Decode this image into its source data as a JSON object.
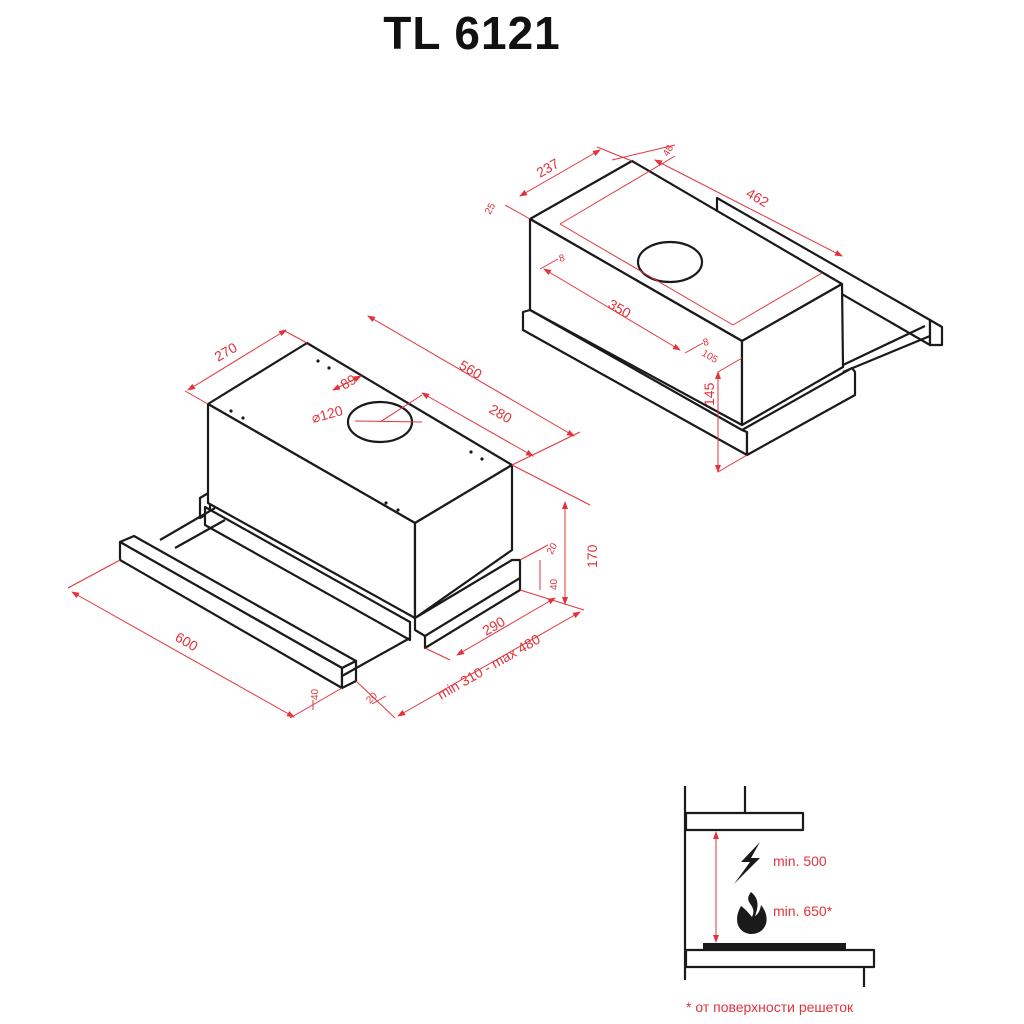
{
  "title": "TL 6121",
  "colors": {
    "dimension": "#e2333c",
    "outline": "#1a1a1a"
  },
  "left_view": {
    "dims": {
      "depth_top": "270",
      "length_top": "560",
      "outlet_offset": "89",
      "outlet_diameter": "⌀120",
      "outlet_to_side": "280",
      "height": "170",
      "rail_top": "20",
      "rail_height": "40",
      "base_depth": "290",
      "extension": "min 310 - max 480",
      "width": "600",
      "handle_height": "40",
      "handle_depth": "20"
    }
  },
  "right_view": {
    "dims": {
      "depth": "237",
      "back_offset": "48",
      "length": "462",
      "front_offset": "25",
      "mount_distance": "350",
      "hole_left": "8",
      "hole_right": "8",
      "mount_depth": "105",
      "height": "145"
    }
  },
  "clearance": {
    "electric_label": "min. 500",
    "gas_label": "min. 650*",
    "footnote": "* от поверхности решеток",
    "icons": [
      "lightning-icon",
      "flame-icon"
    ]
  }
}
